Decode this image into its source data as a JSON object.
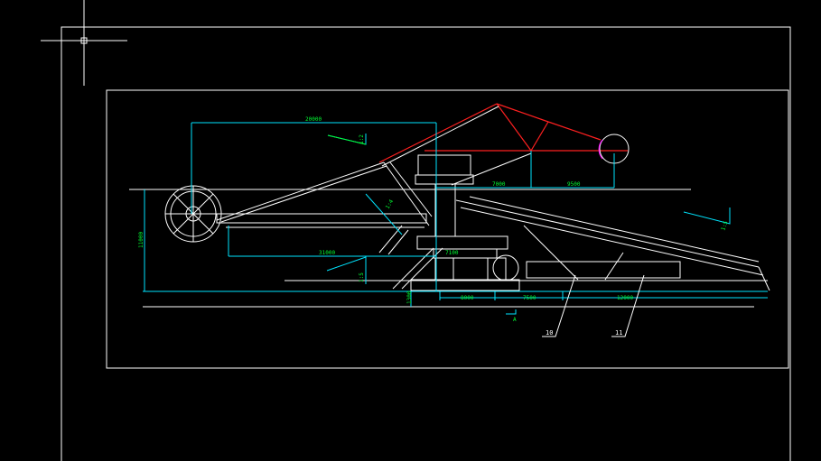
{
  "colors": {
    "background": "#000000",
    "geometry": "#ffffff",
    "dimension": "#00e5ff",
    "dimension_text": "#00ff33",
    "boom": "#ff2020",
    "counterweight": "#ff00ff"
  },
  "cursor": {
    "icon": "crosshair-cursor-icon"
  },
  "dimensions": {
    "top_span": "20000",
    "right_a": "7000",
    "right_b": "9500",
    "boom_span": "31000",
    "left_height": "11000",
    "inner_a": "1:4",
    "inner_b": "7100",
    "bottom_a": "8000",
    "bottom_b": "7500",
    "bottom_c": "12000",
    "bottom_height": "1300",
    "slope_top": "1:2",
    "slope_mid": "1:5",
    "slope_right": "1:5"
  },
  "callouts": [
    "10",
    "11"
  ],
  "section_mark": "A"
}
